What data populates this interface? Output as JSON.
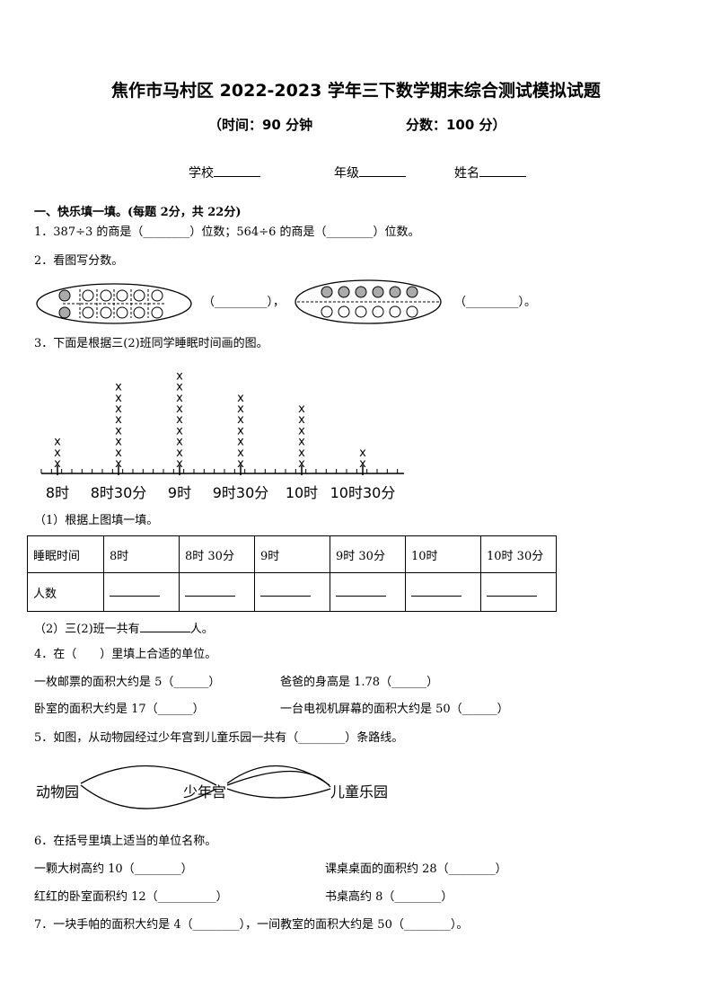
{
  "header": {
    "title": "焦作市马村区 2022-2023 学年三下数学期末综合测试模拟试题",
    "time": "（时间：90 分钟",
    "score": "分数：100 分）",
    "school_label": "学校",
    "grade_label": "年级",
    "name_label": "姓名"
  },
  "section1": {
    "heading": "一、快乐填一填。(每题 2分，共 22分)"
  },
  "q1": {
    "text": "1．387÷3 的商是（________）位数；564÷6 的商是（________）位数。"
  },
  "q2": {
    "text": "2．看图写分数。",
    "blank1": "（_________），",
    "blank2": "（_________）。"
  },
  "q3": {
    "text": "3．下面是根据三(2)班同学睡眠时间画的图。",
    "sub1": "（1）根据上图填一填。",
    "sub2_prefix": "（2）三(2)班一共有",
    "sub2_suffix": "人。",
    "table": {
      "row1_label": "睡眠时间",
      "row2_label": "人数",
      "times": [
        "8时",
        "8时 30分",
        "9时",
        "9时 30分",
        "10时",
        "10时 30分"
      ]
    }
  },
  "chart_data": {
    "type": "scatter",
    "mark": "x",
    "categories": [
      "8时",
      "8时30分",
      "9时",
      "9时30分",
      "10时",
      "10时30分"
    ],
    "values": [
      3,
      8,
      9,
      7,
      6,
      2
    ]
  },
  "q4": {
    "text": "4．在（　　）里填上合适的单位。",
    "a": "一枚邮票的面积大约是 5（______）",
    "b": "爸爸的身高是 1.78（______）",
    "c": "卧室的面积大约是 17（______）",
    "d": "一台电视机屏幕的面积大约是 50（______）"
  },
  "q5": {
    "text": "5．如图，从动物园经过少年宫到儿童乐园一共有（________）条路线。",
    "place1": "动物园",
    "place2": "少年宫",
    "place3": "儿童乐园"
  },
  "q6": {
    "text": "6．在括号里填上适当的单位名称。",
    "a": "一颗大树高约 10（________）",
    "b": "课桌桌面的面积约 28（________）",
    "c": "红红的卧室面积约 12（__________）",
    "d": "书桌高约 8（________）"
  },
  "q7": {
    "text": "7．一块手帕的面积大约是 4（________），一间教室的面积大约是 50（________）。"
  }
}
